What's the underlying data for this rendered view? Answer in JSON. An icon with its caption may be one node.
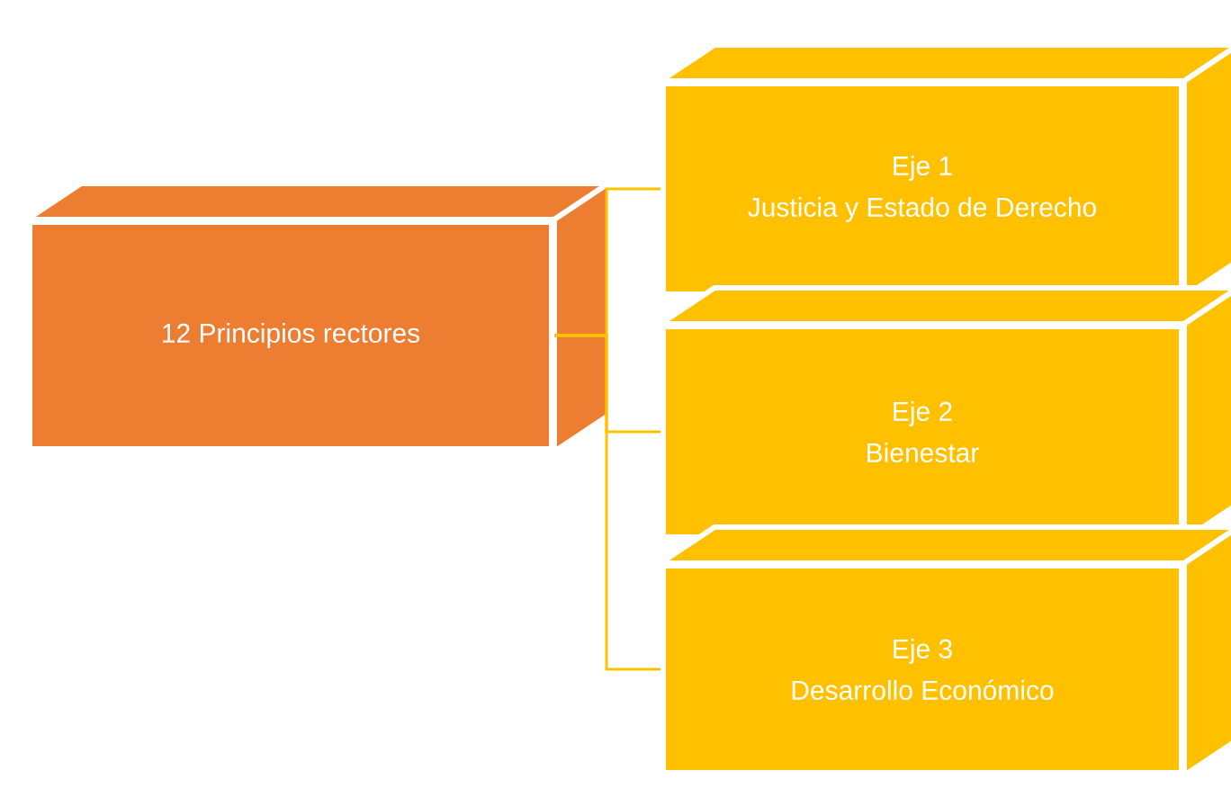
{
  "diagram": {
    "nodes": [
      {
        "text": [
          "12 Principios rectores"
        ]
      },
      {
        "text": [
          "Eje 1",
          "Justicia y Estado de Derecho"
        ]
      },
      {
        "text": [
          "Eje 2",
          "Bienestar"
        ]
      },
      {
        "text": [
          "Eje 3",
          "Desarrollo Económico"
        ]
      }
    ],
    "edges": [
      {
        "from": 0,
        "to": 1,
        "arrow": "none"
      },
      {
        "from": 0,
        "to": 2,
        "arrow": "none"
      },
      {
        "from": 0,
        "to": 3,
        "arrow": "none"
      }
    ]
  }
}
